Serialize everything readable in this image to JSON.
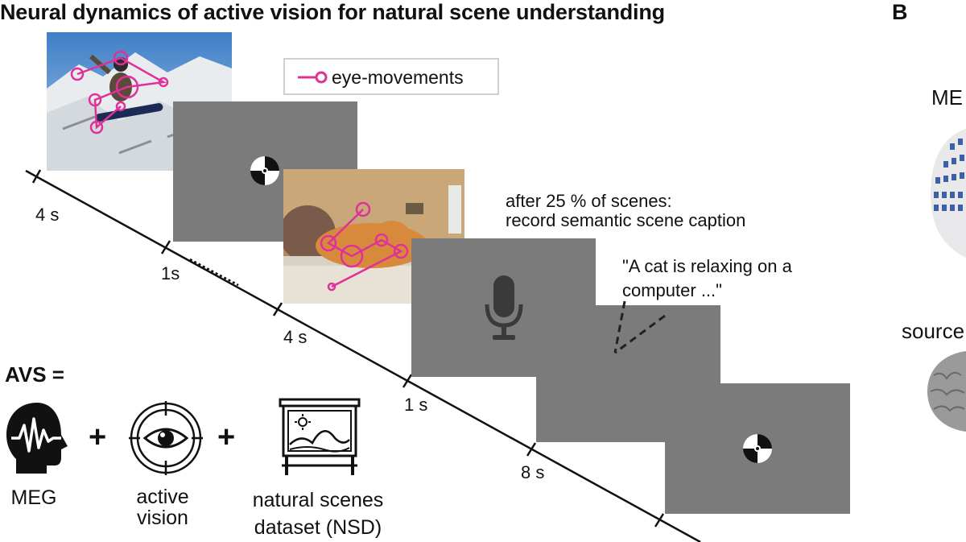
{
  "panel_a": {
    "title": "Neural dynamics of active vision for natural scene understanding",
    "legend_label": "eye-movements",
    "timeline": {
      "durations": [
        "4 s",
        "1s",
        "4 s",
        "1 s",
        "8 s"
      ]
    },
    "caption_note_line1": "after 25 % of scenes:",
    "caption_note_line2": "record semantic scene caption",
    "quote_line1": "\"A cat is relaxing on a",
    "quote_line2": "computer ...\"",
    "avs_label": "AVS =",
    "plus": "+",
    "components": [
      {
        "label_line1": "MEG",
        "label_line2": "",
        "icon": "head-brainwave-icon"
      },
      {
        "label_line1": "active",
        "label_line2": "vision",
        "icon": "eye-target-icon"
      },
      {
        "label_line1": "natural scenes",
        "label_line2": "dataset (NSD)",
        "icon": "scene-frame-icon"
      }
    ]
  },
  "panel_b": {
    "letter": "B",
    "label_meg": "ME",
    "label_source": "source"
  },
  "colors": {
    "eye_movement": "#e0309a",
    "screen_gray": "#7b7b7b",
    "mic": "#3a3a3a"
  }
}
